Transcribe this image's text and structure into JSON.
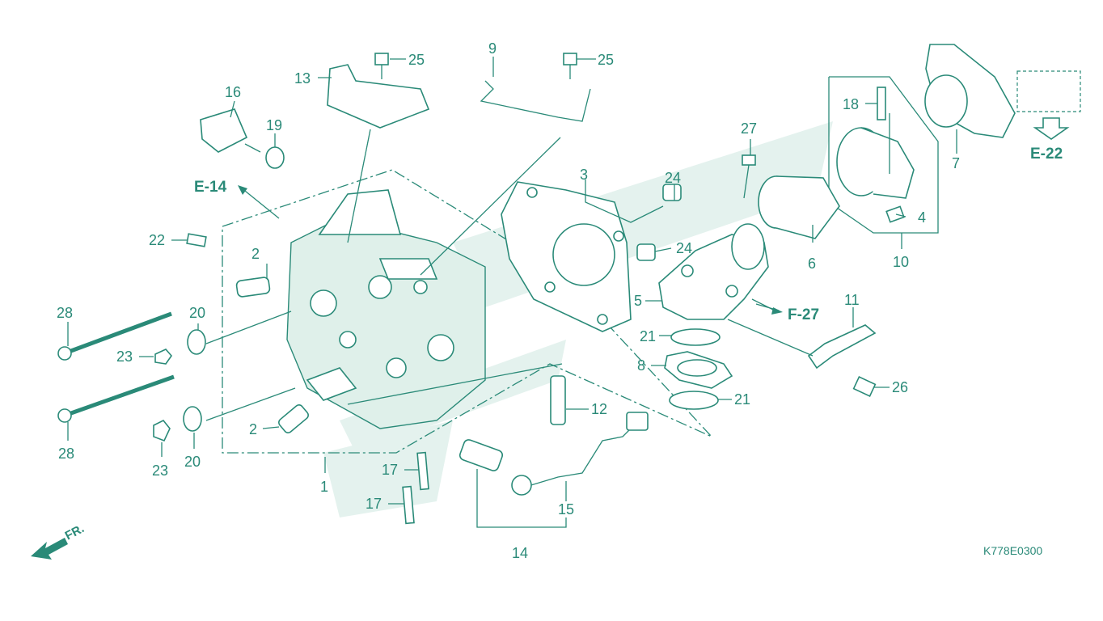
{
  "callouts": [
    {
      "id": "c1",
      "text": "1"
    },
    {
      "id": "c2a",
      "text": "2"
    },
    {
      "id": "c2b",
      "text": "2"
    },
    {
      "id": "c3",
      "text": "3"
    },
    {
      "id": "c4",
      "text": "4"
    },
    {
      "id": "c5",
      "text": "5"
    },
    {
      "id": "c6",
      "text": "6"
    },
    {
      "id": "c7",
      "text": "7"
    },
    {
      "id": "c8",
      "text": "8"
    },
    {
      "id": "c9",
      "text": "9"
    },
    {
      "id": "c10",
      "text": "10"
    },
    {
      "id": "c11",
      "text": "11"
    },
    {
      "id": "c12",
      "text": "12"
    },
    {
      "id": "c13",
      "text": "13"
    },
    {
      "id": "c14",
      "text": "14"
    },
    {
      "id": "c15",
      "text": "15"
    },
    {
      "id": "c16",
      "text": "16"
    },
    {
      "id": "c17a",
      "text": "17"
    },
    {
      "id": "c17b",
      "text": "17"
    },
    {
      "id": "c18",
      "text": "18"
    },
    {
      "id": "c19",
      "text": "19"
    },
    {
      "id": "c20a",
      "text": "20"
    },
    {
      "id": "c20b",
      "text": "20"
    },
    {
      "id": "c21a",
      "text": "21"
    },
    {
      "id": "c21b",
      "text": "21"
    },
    {
      "id": "c22",
      "text": "22"
    },
    {
      "id": "c23a",
      "text": "23"
    },
    {
      "id": "c23b",
      "text": "23"
    },
    {
      "id": "c24a",
      "text": "24"
    },
    {
      "id": "c24b",
      "text": "24"
    },
    {
      "id": "c25a",
      "text": "25"
    },
    {
      "id": "c25b",
      "text": "25"
    },
    {
      "id": "c26",
      "text": "26"
    },
    {
      "id": "c27",
      "text": "27"
    },
    {
      "id": "c28a",
      "text": "28"
    },
    {
      "id": "c28b",
      "text": "28"
    }
  ],
  "references": {
    "e14": "E-14",
    "e22": "E-22",
    "f27": "F-27"
  },
  "front_label": "FR.",
  "diagram_code": "K778E0300",
  "colors": {
    "line": "#2a8a78",
    "watermark": "#e4f2ee"
  }
}
